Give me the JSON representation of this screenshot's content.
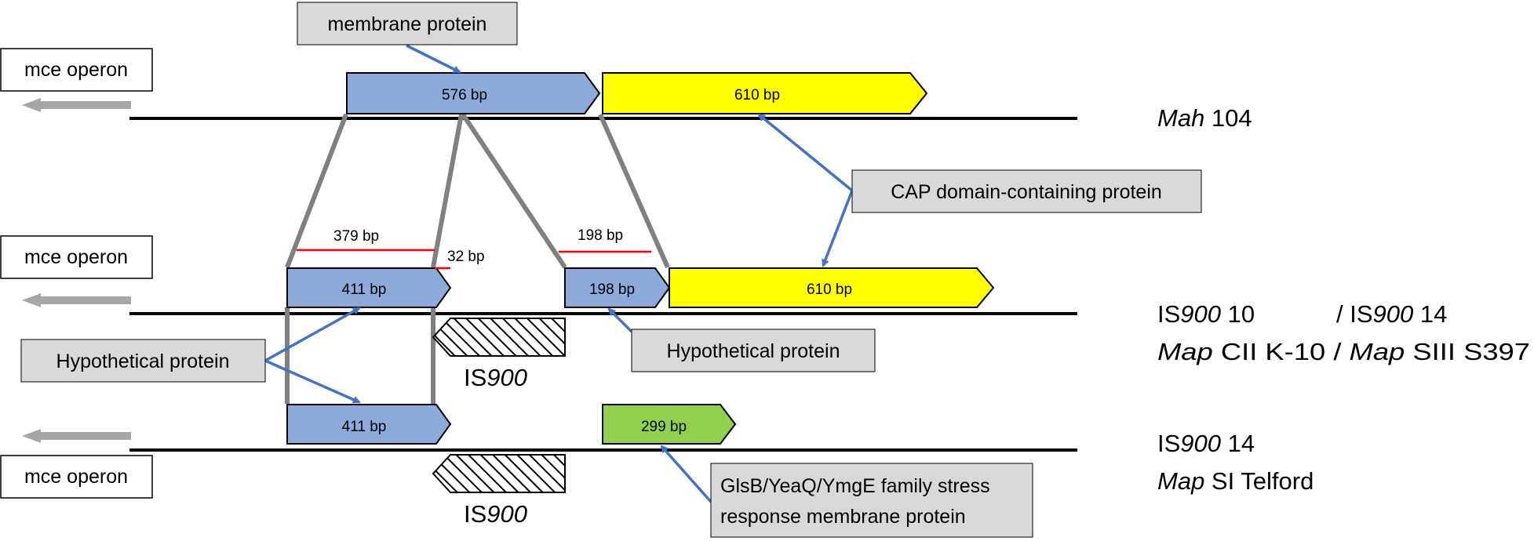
{
  "colors": {
    "blue_gene": "#8eaadb",
    "yellow_gene": "#ffff00",
    "green_gene": "#92d050",
    "annotation_box": "#d9d9d9",
    "pointer_arrow": "#4472c4",
    "connector": "#808080",
    "measure_line": "#ff0000",
    "operon_arrow": "#a6a6a6"
  },
  "operon_label": "mce operon",
  "tracks": {
    "mah": {
      "genes": [
        "576 bp",
        "610 bp"
      ],
      "strain_italic": "Mah",
      "strain_rest": " 104"
    },
    "k10": {
      "genes": [
        "411 bp",
        "198 bp",
        "610 bp"
      ],
      "line1_a": "IS",
      "line1_b": "900",
      "line1_c": " 10",
      "line1_d": "/ IS",
      "line1_e": "900",
      "line1_f": " 14",
      "line2_a": "Map",
      "line2_b": " CII K-10 / ",
      "line2_c": "Map",
      "line2_d": " SIII S397"
    },
    "telford": {
      "genes": [
        "411 bp",
        "299 bp"
      ],
      "line1_a": "IS",
      "line1_b": "900",
      "line1_c": " 14",
      "line2_a": "Map",
      "line2_b": " SI Telford"
    }
  },
  "insertion": {
    "prefix": "IS",
    "italic": "900"
  },
  "measures": {
    "m379": "379 bp",
    "m32": "32 bp",
    "m198": "198 bp"
  },
  "annotations": {
    "membrane": "membrane protein",
    "cap": "CAP domain-containing protein",
    "hypo_left": "Hypothetical protein",
    "hypo_right": "Hypothetical protein",
    "glsb_line1": "GlsB/YeaQ/YmgE family stress",
    "glsb_line2": "response membrane protein"
  },
  "icons": [
    "operon-direction-arrow-icon",
    "pointer-arrow-icon",
    "hatched-insertion-icon"
  ]
}
